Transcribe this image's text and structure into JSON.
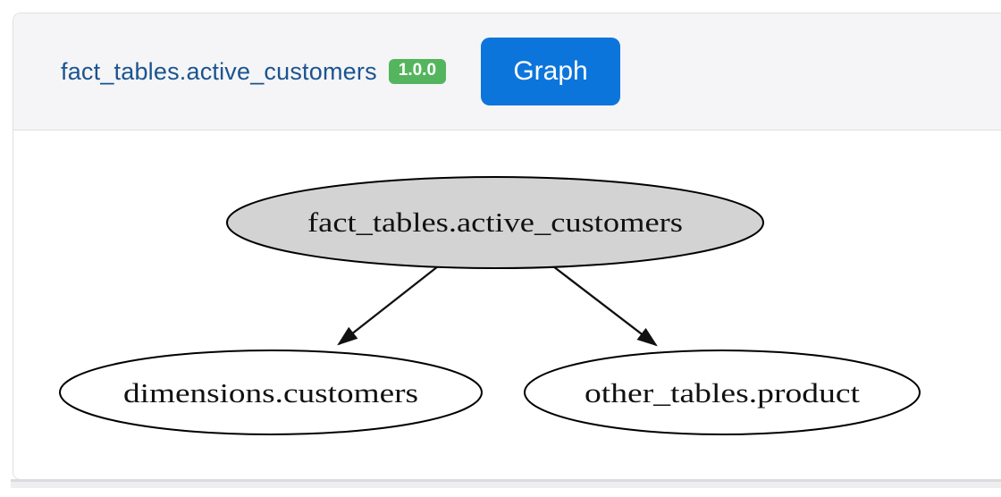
{
  "header": {
    "title": "fact_tables.active_customers",
    "version_badge": "1.0.0",
    "graph_button_label": "Graph"
  },
  "colors": {
    "title_text": "#1a5490",
    "badge_bg": "#55b55e",
    "button_bg": "#0c75dc",
    "header_bg": "#f5f5f7",
    "card_border": "#dfe0e3",
    "node_fill_highlight": "#d3d3d3",
    "node_fill_default": "#ffffff",
    "node_stroke": "#000000"
  },
  "graph": {
    "nodes": [
      {
        "id": "fact_tables.active_customers",
        "label": "fact_tables.active_customers",
        "highlighted": true
      },
      {
        "id": "dimensions.customers",
        "label": "dimensions.customers",
        "highlighted": false
      },
      {
        "id": "other_tables.product",
        "label": "other_tables.product",
        "highlighted": false
      }
    ],
    "edges": [
      {
        "from": "fact_tables.active_customers",
        "to": "dimensions.customers"
      },
      {
        "from": "fact_tables.active_customers",
        "to": "other_tables.product"
      }
    ]
  }
}
